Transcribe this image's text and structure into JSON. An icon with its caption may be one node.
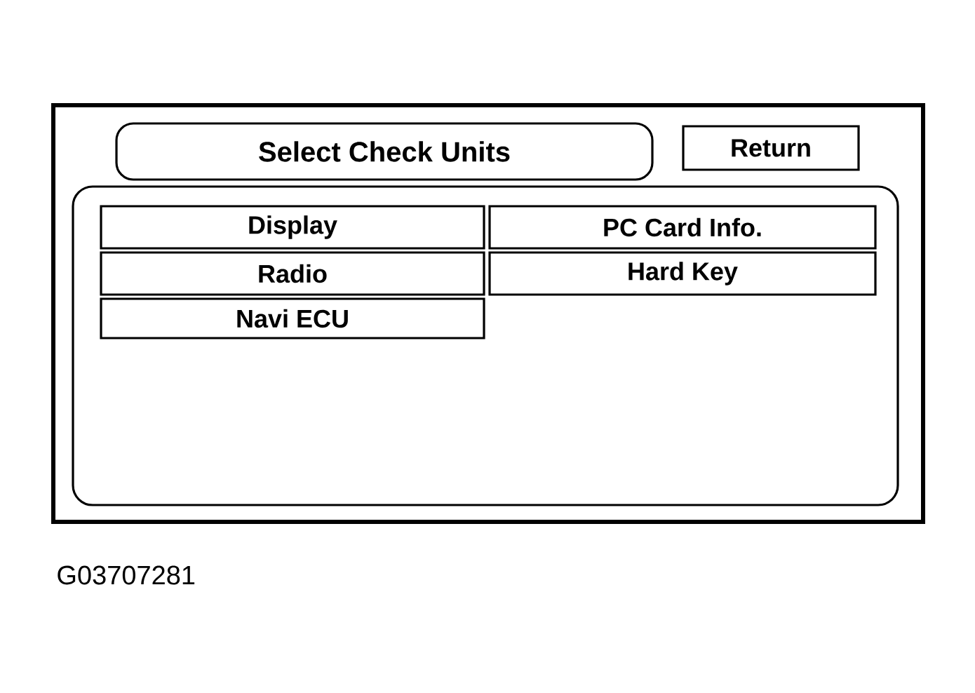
{
  "diagram": {
    "nodes": [
      {
        "text": [
          "Select Check Units"
        ]
      },
      {
        "text": [
          "Return"
        ]
      },
      {
        "text": [
          "Display"
        ]
      },
      {
        "text": [
          "PC Card Info."
        ]
      },
      {
        "text": [
          "Radio"
        ]
      },
      {
        "text": [
          "Hard Key"
        ]
      },
      {
        "text": [
          "Navi ECU"
        ]
      }
    ],
    "labels": [
      "G03707281"
    ]
  }
}
